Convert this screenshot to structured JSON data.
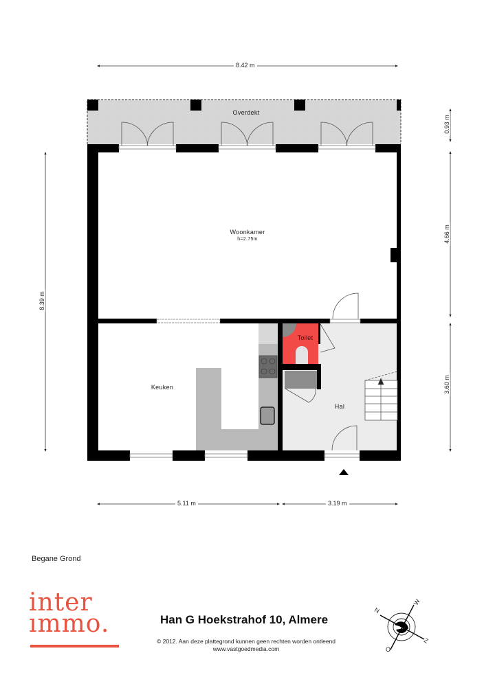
{
  "floor_plan": {
    "floor_name": "Begane Grond",
    "rooms": [
      {
        "name": "Overdekt",
        "height": ""
      },
      {
        "name": "Woonkamer",
        "height": "h=2.75m"
      },
      {
        "name": "Keuken",
        "height": ""
      },
      {
        "name": "Toilet",
        "height": ""
      },
      {
        "name": "Hal",
        "height": ""
      }
    ],
    "dimensions": {
      "top_width": "8.42 m",
      "left_height": "8.39 m",
      "right_overdekt": "0.93 m",
      "right_woonkamer": "4.66 m",
      "right_hal": "3.60 m",
      "bottom_left": "5.11 m",
      "bottom_right": "3.19 m"
    },
    "colors": {
      "wall": "#000000",
      "toilet": "#f24a46",
      "overdekt": "#d4d4d4",
      "hal_floor": "#ececec",
      "kitchen_counter": "#b8b8b8"
    }
  },
  "footer": {
    "logo_line1": "inter",
    "logo_line2": "ımmo.",
    "logo_color": "#e8533f",
    "address": "Han G Hoekstrahof 10, Almere",
    "copyright": "© 2012. Aan deze plattegrond kunnen geen rechten worden ontleend",
    "website": "www.vastgoedmedia.com"
  },
  "compass": {
    "labels": [
      "N",
      "W",
      "Z",
      "O"
    ]
  }
}
